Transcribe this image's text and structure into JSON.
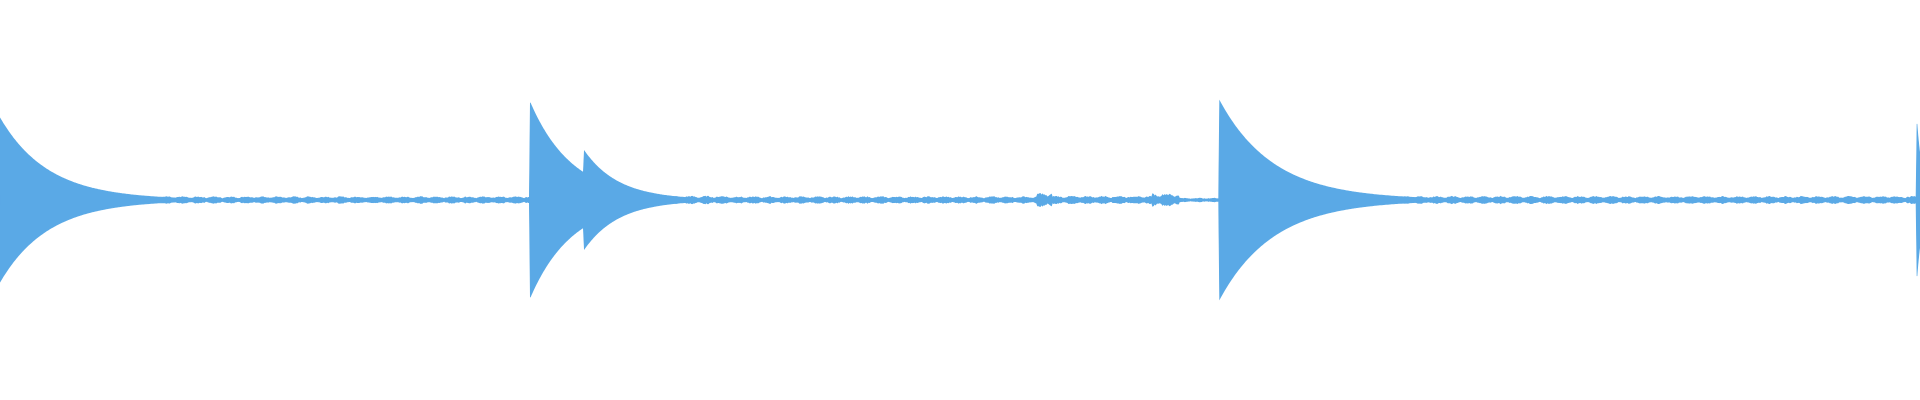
{
  "waveform": {
    "color": "#5aa9e6",
    "background": "#ffffff",
    "transients": [
      {
        "time": 0.0,
        "peak": 0.82,
        "decay": 0.025
      },
      {
        "time": 0.276,
        "peak": 0.98,
        "decay": 0.022
      },
      {
        "time": 0.304,
        "peak": 0.5,
        "decay": 0.018
      },
      {
        "time": 0.316,
        "peak": 0.22,
        "decay": 0.01
      },
      {
        "time": 0.635,
        "peak": 1.0,
        "decay": 0.028
      },
      {
        "time": 0.998,
        "peak": 0.88,
        "decay": 0.003
      }
    ],
    "segments": [
      {
        "start": 0.0,
        "end": 0.276,
        "level": 0.035
      },
      {
        "start": 0.276,
        "end": 0.304,
        "level": 0.03
      },
      {
        "start": 0.316,
        "end": 0.38,
        "level": 0.04
      },
      {
        "start": 0.38,
        "end": 0.54,
        "level": 0.035
      },
      {
        "start": 0.54,
        "end": 0.548,
        "level": 0.07
      },
      {
        "start": 0.548,
        "end": 0.6,
        "level": 0.04
      },
      {
        "start": 0.6,
        "end": 0.614,
        "level": 0.065
      },
      {
        "start": 0.614,
        "end": 0.635,
        "level": 0.02
      },
      {
        "start": 0.635,
        "end": 0.998,
        "level": 0.038
      }
    ]
  }
}
